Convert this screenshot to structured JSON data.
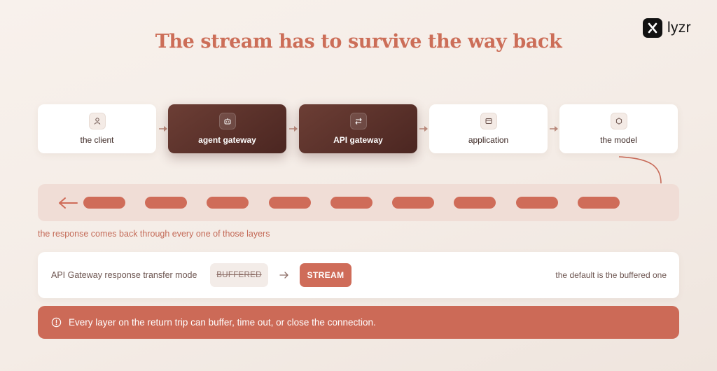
{
  "brand": {
    "logo_text": "lyzr",
    "logo_icon": "lyzr-logo-icon"
  },
  "title": "The stream has to survive the way back",
  "pipeline": {
    "nodes": [
      {
        "label": "the client",
        "icon": "user-icon",
        "highlighted": false
      },
      {
        "label": "agent gateway",
        "icon": "robot-icon",
        "highlighted": true
      },
      {
        "label": "API gateway",
        "icon": "swap-arrows-icon",
        "highlighted": true
      },
      {
        "label": "application",
        "icon": "window-icon",
        "highlighted": false
      },
      {
        "label": "the model",
        "icon": "hexagon-icon",
        "highlighted": false
      }
    ],
    "connector_icon": "arrow-right-icon"
  },
  "return_path": {
    "arrow_icon": "arrow-left-icon",
    "chunk_count": 9,
    "caption": "the response comes back through every one of those layers"
  },
  "transfer_mode": {
    "label": "API Gateway response transfer mode",
    "from_value": "BUFFERED",
    "to_value": "STREAM",
    "note": "the default is the buffered one"
  },
  "warning": {
    "icon": "alert-circle-icon",
    "text": "Every layer on the return trip can buffer, time out, or close the connection."
  },
  "colors": {
    "accent": "#cc6a57",
    "dark_node": "#5a302a",
    "band": "#f0ddd6",
    "background": "#f6efea"
  }
}
